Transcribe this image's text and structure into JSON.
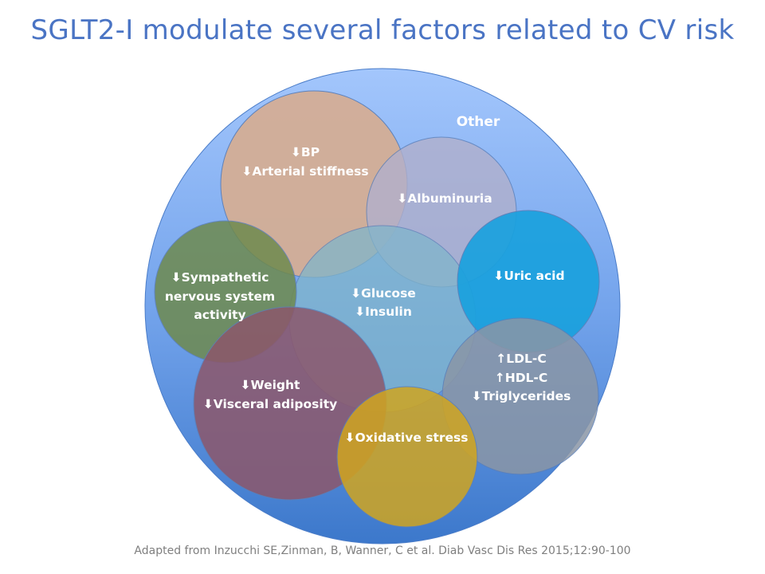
{
  "title": "SGLT2-I modulate several factors related to CV risk",
  "citation": "Adapted from Inzucchi SE,Zinman, B, Wanner, C et al. Diab Vasc Dis Res 2015;12:90-100",
  "outer": {
    "label": "Other"
  },
  "factors": {
    "bp": {
      "lines": [
        "⬇BP",
        "⬇Arterial stiffness"
      ],
      "color": "#d4ae96"
    },
    "albuminuria": {
      "lines": [
        "⬇Albuminuria"
      ],
      "color": "#b1b0cc"
    },
    "glucose": {
      "lines": [
        "⬇Glucose",
        "⬇Insulin"
      ],
      "color": "#80b5cb"
    },
    "sympathetic": {
      "lines": [
        "⬇Sympathetic",
        "nervous system",
        "activity"
      ],
      "color": "#6e8a4e"
    },
    "weight": {
      "lines": [
        "⬇Weight",
        "⬇Visceral adiposity"
      ],
      "color": "#8c576b"
    },
    "uric": {
      "lines": [
        "⬇Uric acid"
      ],
      "color": "#1aa1de"
    },
    "lipids": {
      "lines": [
        "↑LDL-C",
        "↑HDL-C",
        "⬇Triglycerides"
      ],
      "color": "#8a96a6"
    },
    "oxidative": {
      "lines": [
        "⬇Oxidative stress"
      ],
      "color": "#d0a520"
    }
  }
}
